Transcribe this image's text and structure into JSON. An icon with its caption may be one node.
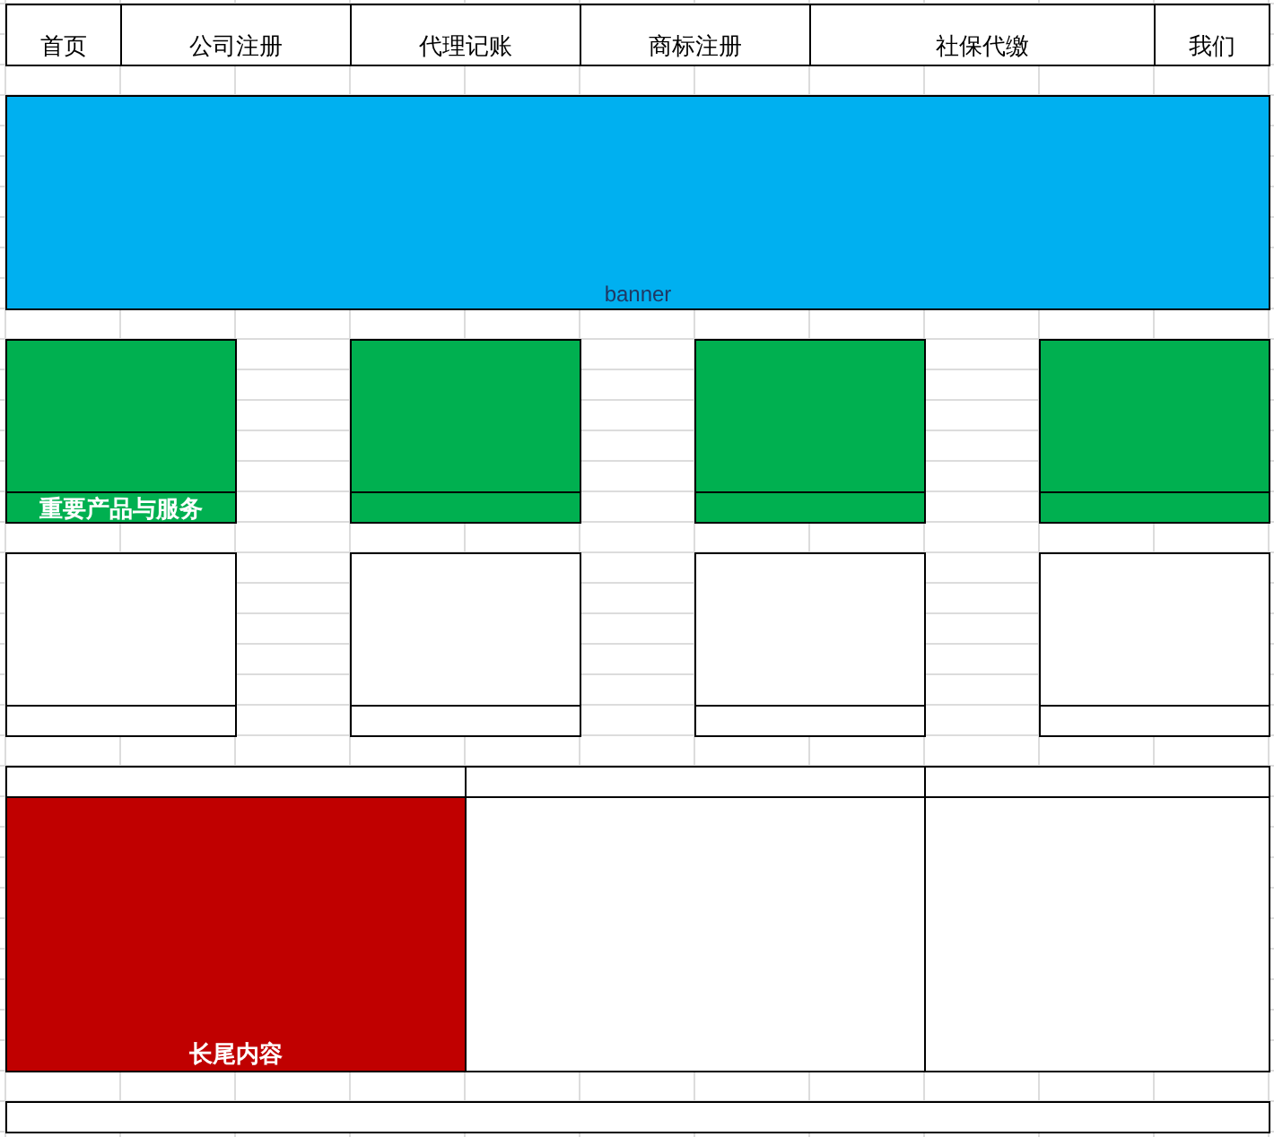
{
  "diagram": {
    "nodes": [
      {
        "text": [
          "首页"
        ]
      },
      {
        "text": [
          "公司注册"
        ]
      },
      {
        "text": [
          "代理记账"
        ]
      },
      {
        "text": [
          "商标注册"
        ]
      },
      {
        "text": [
          "社保代缴"
        ]
      },
      {
        "text": [
          "我们"
        ]
      },
      {
        "text": [
          "banner"
        ]
      },
      {
        "text": [
          "重要产品与服务"
        ]
      },
      {
        "text": [],
        "shape": "box"
      },
      {
        "text": [],
        "shape": "box"
      },
      {
        "text": [],
        "shape": "box"
      },
      {
        "text": [],
        "shape": "box"
      },
      {
        "text": [],
        "shape": "box"
      },
      {
        "text": [],
        "shape": "box"
      },
      {
        "text": [],
        "shape": "box"
      },
      {
        "text": [],
        "shape": "box"
      },
      {
        "text": [],
        "shape": "box"
      },
      {
        "text": [],
        "shape": "box"
      },
      {
        "text": [
          "长尾内容"
        ]
      },
      {
        "text": [],
        "shape": "box"
      },
      {
        "text": [],
        "shape": "box"
      },
      {
        "text": [],
        "shape": "box"
      }
    ]
  }
}
